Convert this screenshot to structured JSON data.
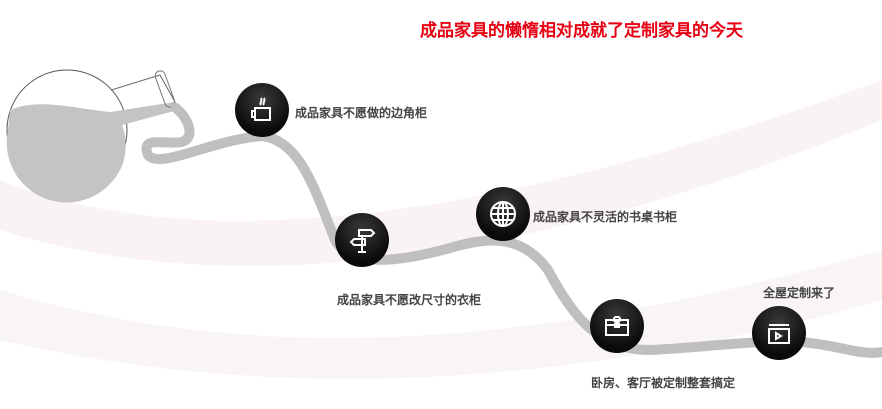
{
  "title": "成品家具的懒惰相对成就了定制家具的今天",
  "steps": [
    {
      "icon": "coffee-cup-icon",
      "label": "成品家具不愿做的边角柜"
    },
    {
      "icon": "signpost-icon",
      "label": "成品家具不愿改尺寸的衣柜"
    },
    {
      "icon": "globe-icon",
      "label": "成品家具不灵活的书桌书柜"
    },
    {
      "icon": "briefcase-icon",
      "label": "卧房、客厅被定制整套搞定"
    },
    {
      "icon": "video-window-icon",
      "label": "全屋定制来了"
    }
  ],
  "colors": {
    "title": "#e60012",
    "stream": "#bfbfbf",
    "node": "#111111"
  }
}
